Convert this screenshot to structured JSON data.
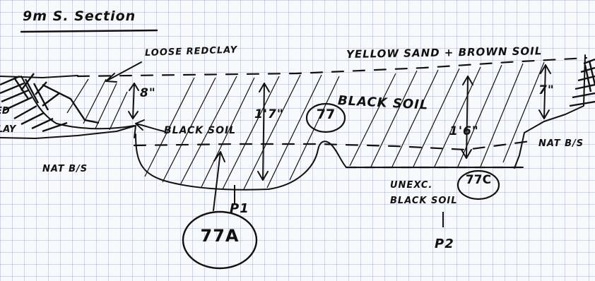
{
  "colors": {
    "ink": "#111111",
    "grid": "#7896d2",
    "paper": "#f7f9fc"
  },
  "title": "9m S. Section",
  "labels": {
    "loose_red_clay": "LOOSE REDCLAY",
    "yellow_sand": "YELLOW SAND + BROWN SOIL",
    "black_soil_left": "BLACK SOIL",
    "black_soil_right": "BLACK SOIL",
    "nat_bs_left": "NAT B/S",
    "nat_bs_right": "NAT B/S",
    "unexc_line1": "UNEXC.",
    "unexc_line2": "BLACK SOIL",
    "edge_left_1": "ED",
    "edge_left_2": "LAY"
  },
  "dimensions": {
    "d_8": "8\"",
    "d_1_7": "1'7\"",
    "d_1_6": "1'6\"",
    "d_7": "7\""
  },
  "contexts": {
    "c77": "77",
    "c77a": "77A",
    "c77c": "77C"
  },
  "points": {
    "p1": "P1",
    "p2": "P2"
  }
}
